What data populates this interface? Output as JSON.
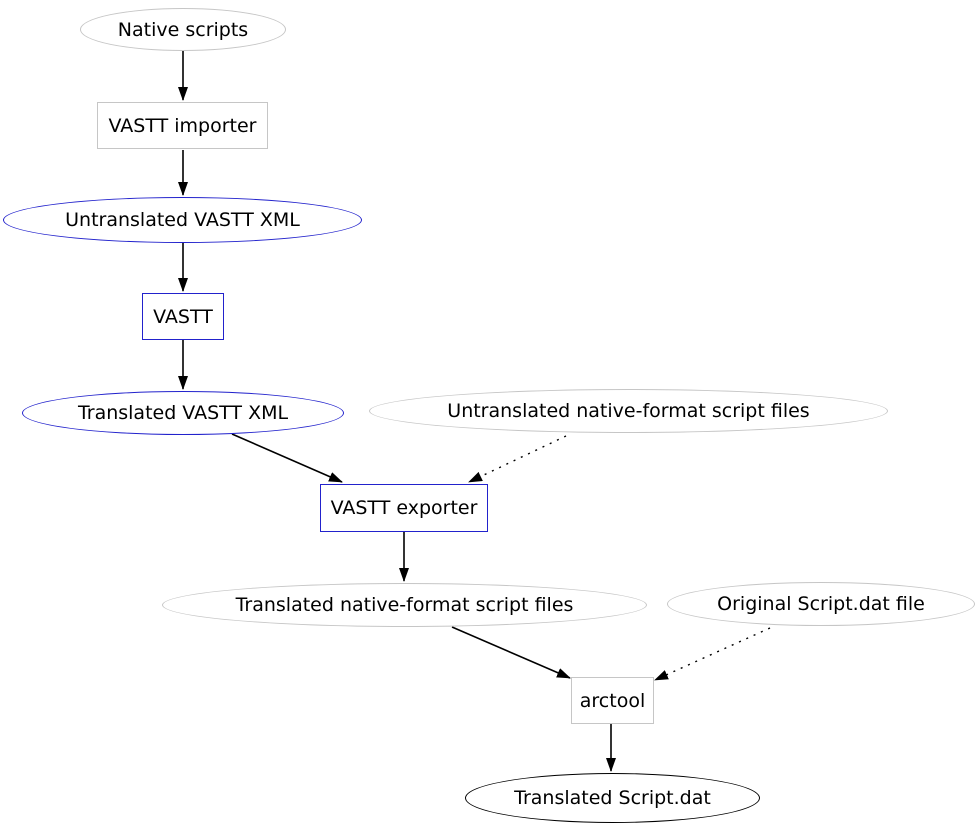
{
  "diagram_type": "graphviz-flowchart",
  "background": "#ffffff",
  "colors": {
    "node_border_gray": "#c6c6c6",
    "node_border_blue": "#2222cc",
    "node_border_black": "#000000",
    "edge": "#000000",
    "text": "#000000"
  },
  "nodes": [
    {
      "id": "native-scripts",
      "label": "Native scripts",
      "shape": "ellipse",
      "border": "gray"
    },
    {
      "id": "vastt-importer",
      "label": "VASTT importer",
      "shape": "box",
      "border": "gray"
    },
    {
      "id": "untranslated-vastt-xml",
      "label": "Untranslated VASTT XML",
      "shape": "ellipse",
      "border": "blue"
    },
    {
      "id": "vastt",
      "label": "VASTT",
      "shape": "box",
      "border": "blue"
    },
    {
      "id": "translated-vastt-xml",
      "label": "Translated VASTT XML",
      "shape": "ellipse",
      "border": "blue"
    },
    {
      "id": "untranslated-native-format-script-files",
      "label": "Untranslated native-format script files",
      "shape": "ellipse",
      "border": "gray"
    },
    {
      "id": "vastt-exporter",
      "label": "VASTT exporter",
      "shape": "box",
      "border": "blue"
    },
    {
      "id": "translated-native-format-script-files",
      "label": "Translated native-format script files",
      "shape": "ellipse",
      "border": "gray"
    },
    {
      "id": "original-script-dat-file",
      "label": "Original Script.dat file",
      "shape": "ellipse",
      "border": "gray"
    },
    {
      "id": "arctool",
      "label": "arctool",
      "shape": "box",
      "border": "gray"
    },
    {
      "id": "translated-script-dat",
      "label": "Translated Script.dat",
      "shape": "ellipse",
      "border": "black"
    }
  ],
  "edges": [
    {
      "from": "native-scripts",
      "to": "vastt-importer",
      "style": "solid"
    },
    {
      "from": "vastt-importer",
      "to": "untranslated-vastt-xml",
      "style": "solid"
    },
    {
      "from": "untranslated-vastt-xml",
      "to": "vastt",
      "style": "solid"
    },
    {
      "from": "vastt",
      "to": "translated-vastt-xml",
      "style": "solid"
    },
    {
      "from": "translated-vastt-xml",
      "to": "vastt-exporter",
      "style": "solid"
    },
    {
      "from": "untranslated-native-format-script-files",
      "to": "vastt-exporter",
      "style": "dotted"
    },
    {
      "from": "vastt-exporter",
      "to": "translated-native-format-script-files",
      "style": "solid"
    },
    {
      "from": "translated-native-format-script-files",
      "to": "arctool",
      "style": "solid"
    },
    {
      "from": "original-script-dat-file",
      "to": "arctool",
      "style": "dotted"
    },
    {
      "from": "arctool",
      "to": "translated-script-dat",
      "style": "solid"
    }
  ]
}
